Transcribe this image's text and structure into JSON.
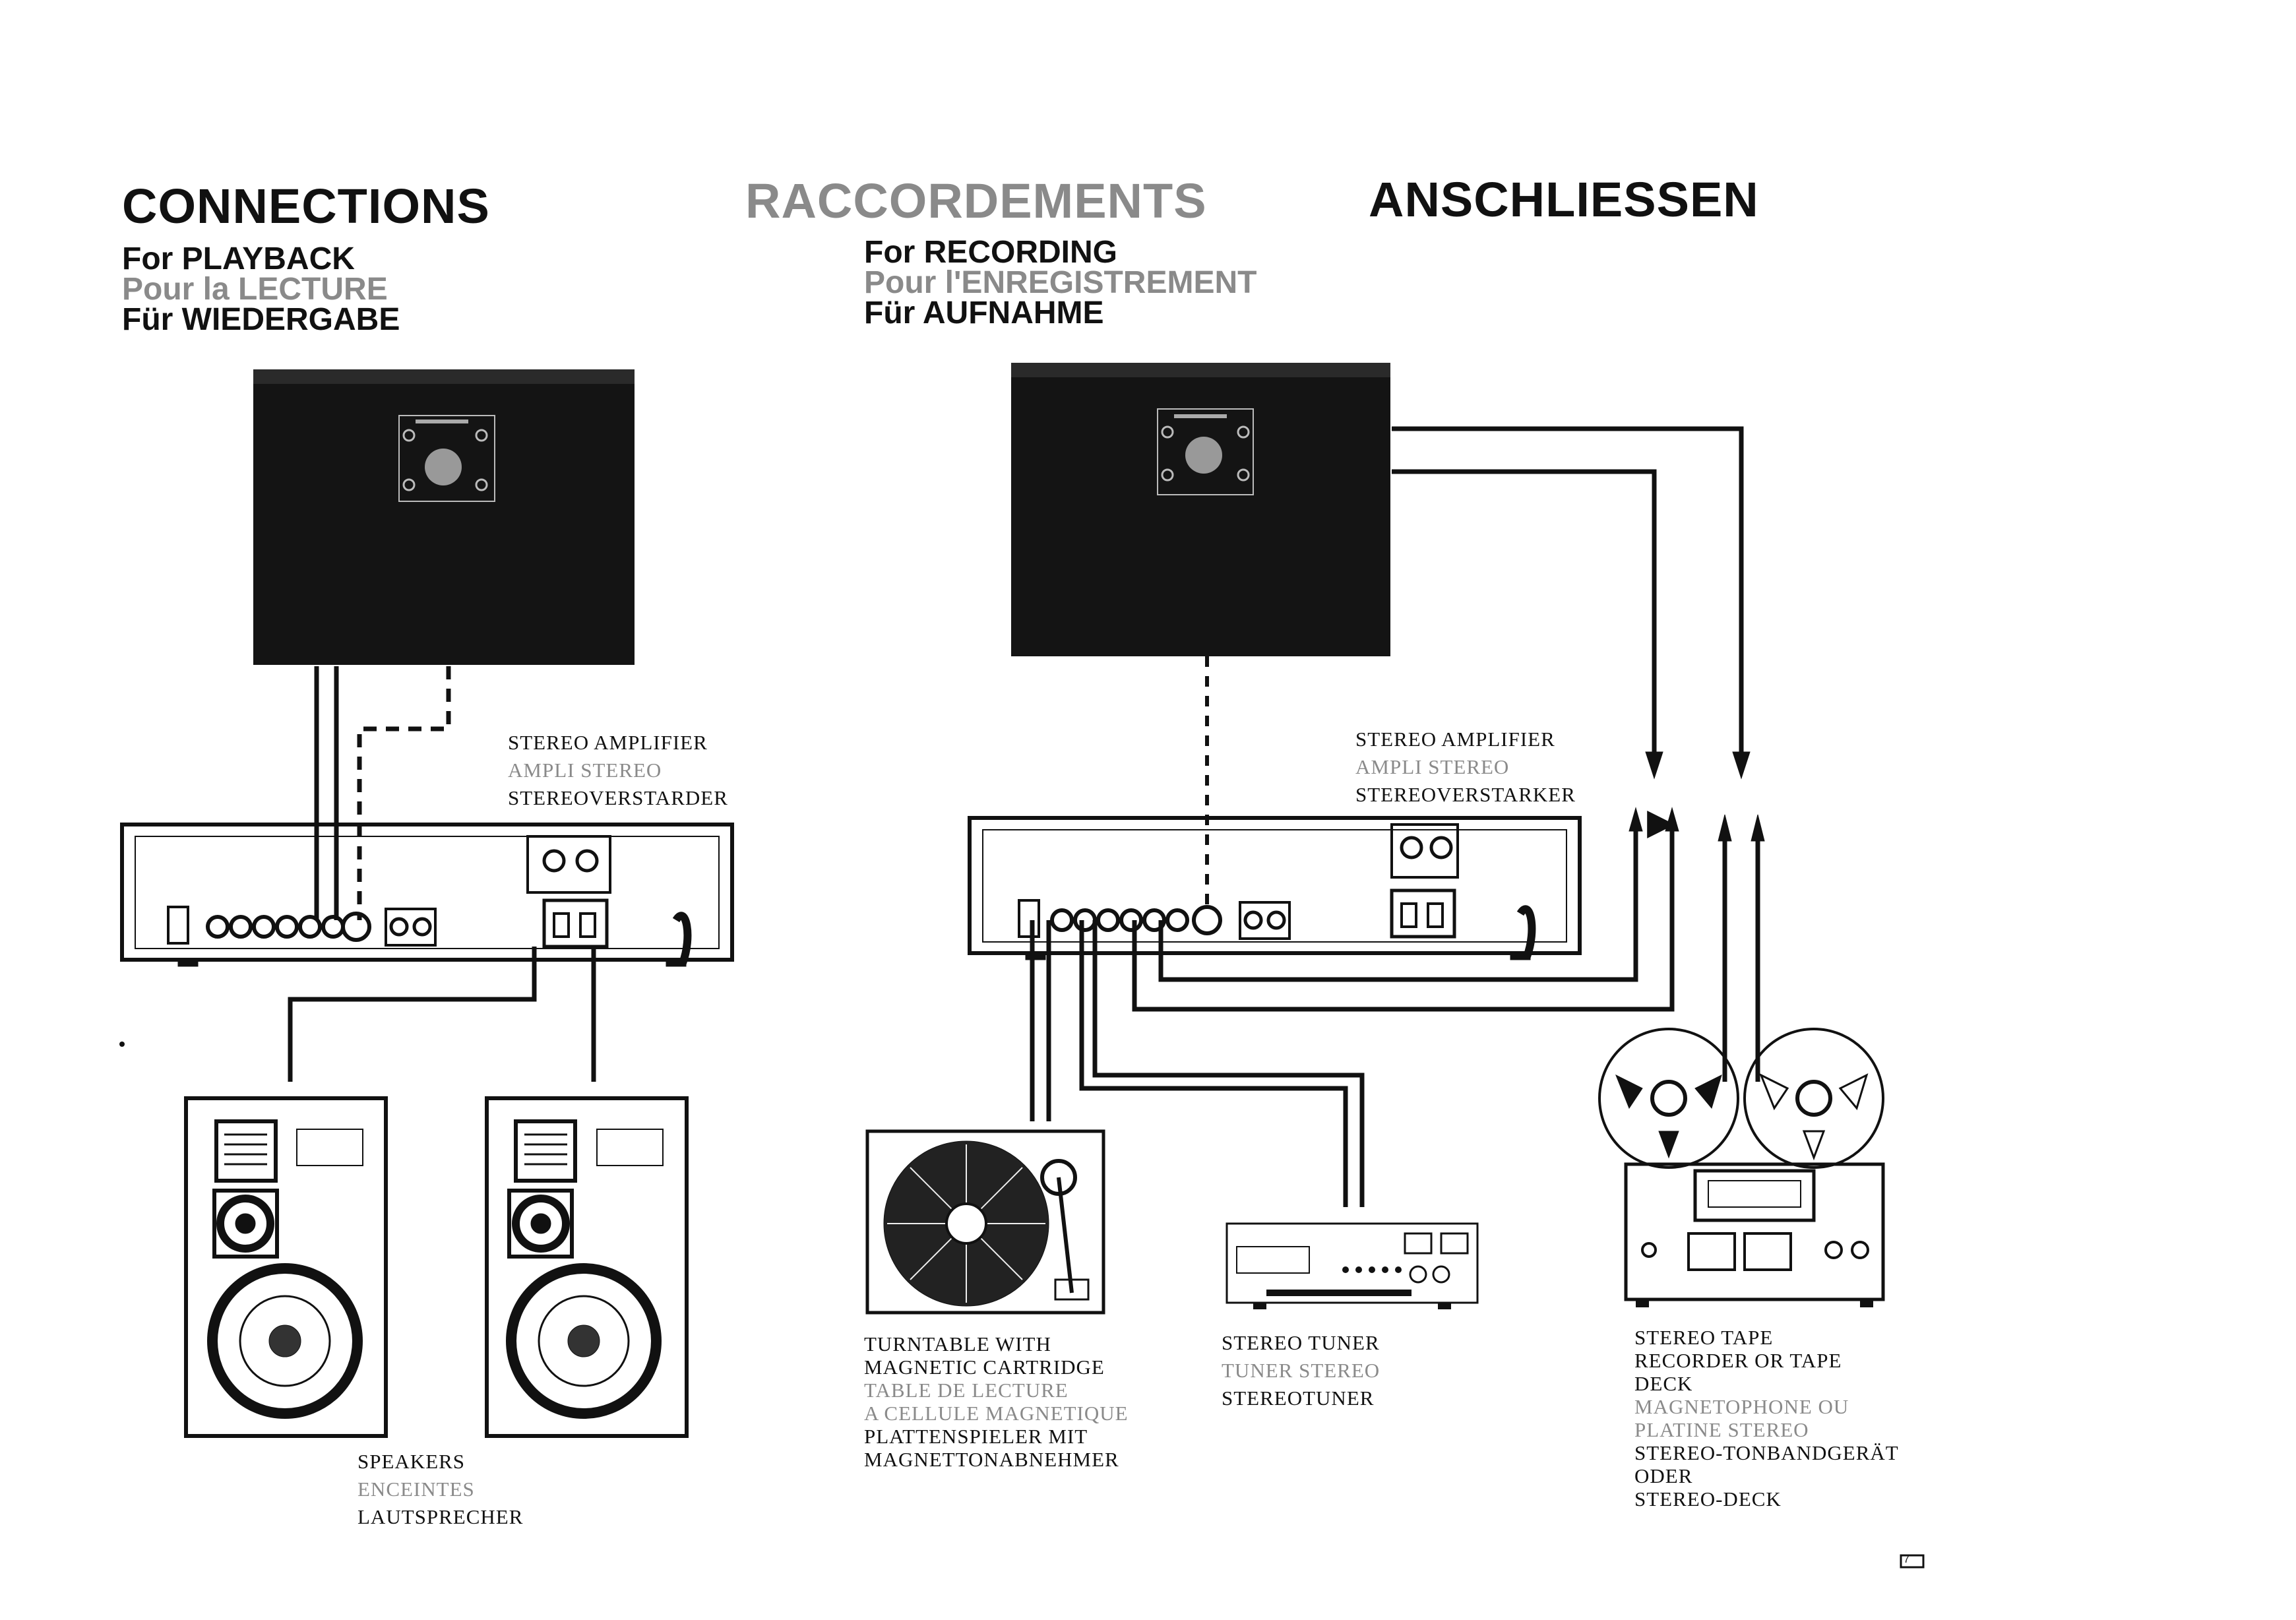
{
  "headings": {
    "en": "CONNECTIONS",
    "fr": "RACCORDEMENTS",
    "de": "ANSCHLIESSEN"
  },
  "playback": {
    "en": "For PLAYBACK",
    "fr": "Pour la LECTURE",
    "de": "Für WIEDERGABE"
  },
  "recording": {
    "en": "For RECORDING",
    "fr": "Pour l'ENREGISTREMENT",
    "de": "Für AUFNAHME"
  },
  "amplifier_left": {
    "en": "STEREO AMPLIFIER",
    "fr": "AMPLI STEREO",
    "de": "STEREOVERSTARDER"
  },
  "amplifier_right": {
    "en": "STEREO AMPLIFIER",
    "fr": "AMPLI STEREO",
    "de": "STEREOVERSTARKER"
  },
  "speakers": {
    "en": "SPEAKERS",
    "fr": "ENCEINTES",
    "de": "LAUTSPRECHER"
  },
  "turntable": {
    "en1": "TURNTABLE WITH",
    "en2": "MAGNETIC CARTRIDGE",
    "fr1": "TABLE DE LECTURE",
    "fr2": "A CELLULE MAGNETIQUE",
    "de1": "PLATTENSPIELER MIT",
    "de2": "MAGNETTONABNEHMER"
  },
  "tuner": {
    "en": "STEREO TUNER",
    "fr": "TUNER STEREO",
    "de": "STEREOTUNER"
  },
  "tape": {
    "en1": "STEREO TAPE",
    "en2": "RECORDER OR TAPE",
    "en3": "DECK",
    "fr1": "MAGNETOPHONE OU",
    "fr2": "PLATINE STEREO",
    "de1": "STEREO-TONBANDGERÄT",
    "de2": "ODER",
    "de3": "STEREO-DECK"
  },
  "page_number": "7",
  "colors": {
    "ink": "#111111",
    "panel": "#141414",
    "gray_text": "#8a8a8a"
  }
}
